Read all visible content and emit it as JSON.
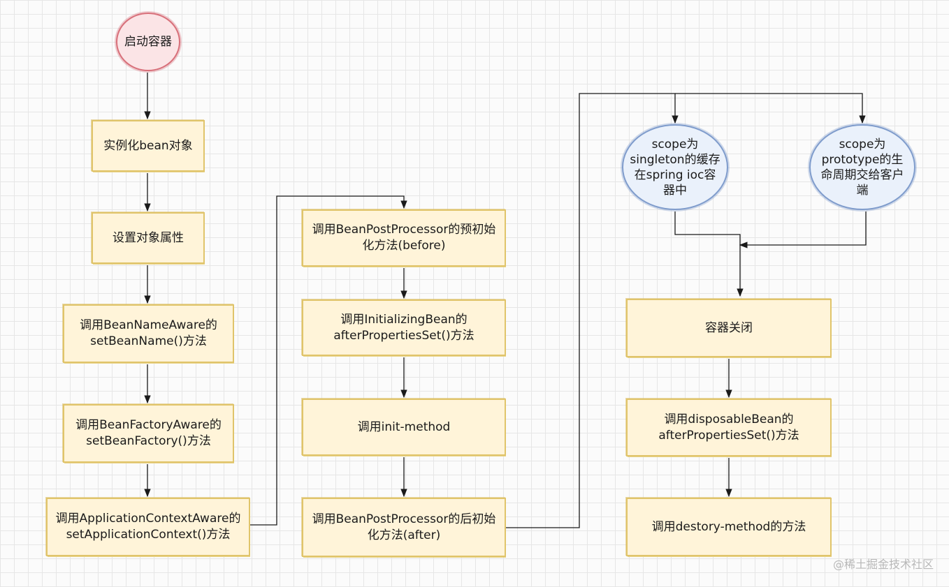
{
  "nodes": {
    "start": "启动容器",
    "instantiate": "实例化bean对象",
    "set_props": "设置对象属性",
    "bean_name_aware": "调用BeanNameAware的setBeanName()方法",
    "bean_factory_aware": "调用BeanFactoryAware的setBeanFactory()方法",
    "app_context_aware": "调用ApplicationContextAware的setApplicationContext()方法",
    "post_before": "调用BeanPostProcessor的预初始化方法(before)",
    "initializing_bean": "调用InitializingBean的afterPropertiesSet()方法",
    "init_method": "调用init-method",
    "post_after": "调用BeanPostProcessor的后初始化方法(after)",
    "singleton": "scope为singleton的缓存在spring ioc容器中",
    "prototype": "scope为prototype的生命周期交给客户端",
    "container_close": "容器关闭",
    "disposable_bean": "调用disposableBean的afterPropertiesSet()方法",
    "destroy_method": "调用destory-method的方法"
  },
  "watermark": "@稀土掘金技术社区",
  "colors": {
    "rect_fill": "#fff4d9",
    "rect_border": "#e0c46a",
    "start_fill": "#fbe4e6",
    "start_border": "#d8707a",
    "scope_fill": "#eaf1fb",
    "scope_border": "#7f9ccc",
    "line": "#1a1a1a"
  }
}
